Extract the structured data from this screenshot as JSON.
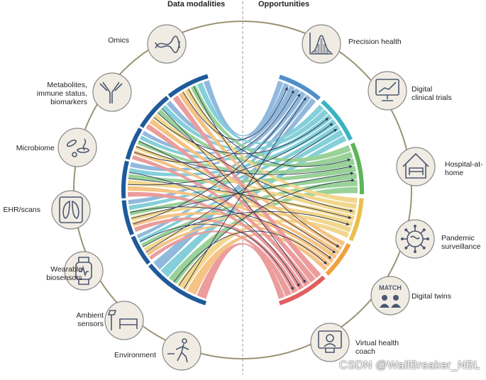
{
  "headers": {
    "left": "Data modalities",
    "right": "Opportunities"
  },
  "modalities": [
    {
      "label": "Omics",
      "icon": "dna-icon"
    },
    {
      "label": "Metabolites,\nimmune status,\nbiomarkers",
      "icon": "antibody-icon"
    },
    {
      "label": "Microbiome",
      "icon": "microbes-icon"
    },
    {
      "label": "EHR/scans",
      "icon": "lungs-scan-icon"
    },
    {
      "label": "Wearable\nbiosensors",
      "icon": "smartwatch-icon"
    },
    {
      "label": "Ambient\nsensors",
      "icon": "bed-lamp-icon"
    },
    {
      "label": "Environment",
      "icon": "runner-smoke-icon"
    }
  ],
  "opportunities": [
    {
      "label": "Precision health",
      "icon": "bell-curve-icon",
      "color": "#4f8fc9"
    },
    {
      "label": "Digital\nclinical trials",
      "icon": "monitor-chart-icon",
      "color": "#3ab3c3"
    },
    {
      "label": "Hospital-at-\nhome",
      "icon": "house-bed-icon",
      "color": "#5bb65a"
    },
    {
      "label": "Pandemic\nsurveillance",
      "icon": "virus-icon",
      "color": "#e9c04a"
    },
    {
      "label": "Digital twins",
      "icon": "match-people-icon",
      "color": "#f0a03c"
    },
    {
      "label": "Virtual health\ncoach",
      "icon": "video-coach-icon",
      "color": "#e06060"
    }
  ],
  "match_text": "MATCH",
  "watermark": "CSDN @WallBreaker_NBL",
  "colors": {
    "modality_arc": "#1f5a9a",
    "ring": "#9a9474",
    "icon_bg": "#f1ece3",
    "icon_ink": "#4a5872"
  }
}
